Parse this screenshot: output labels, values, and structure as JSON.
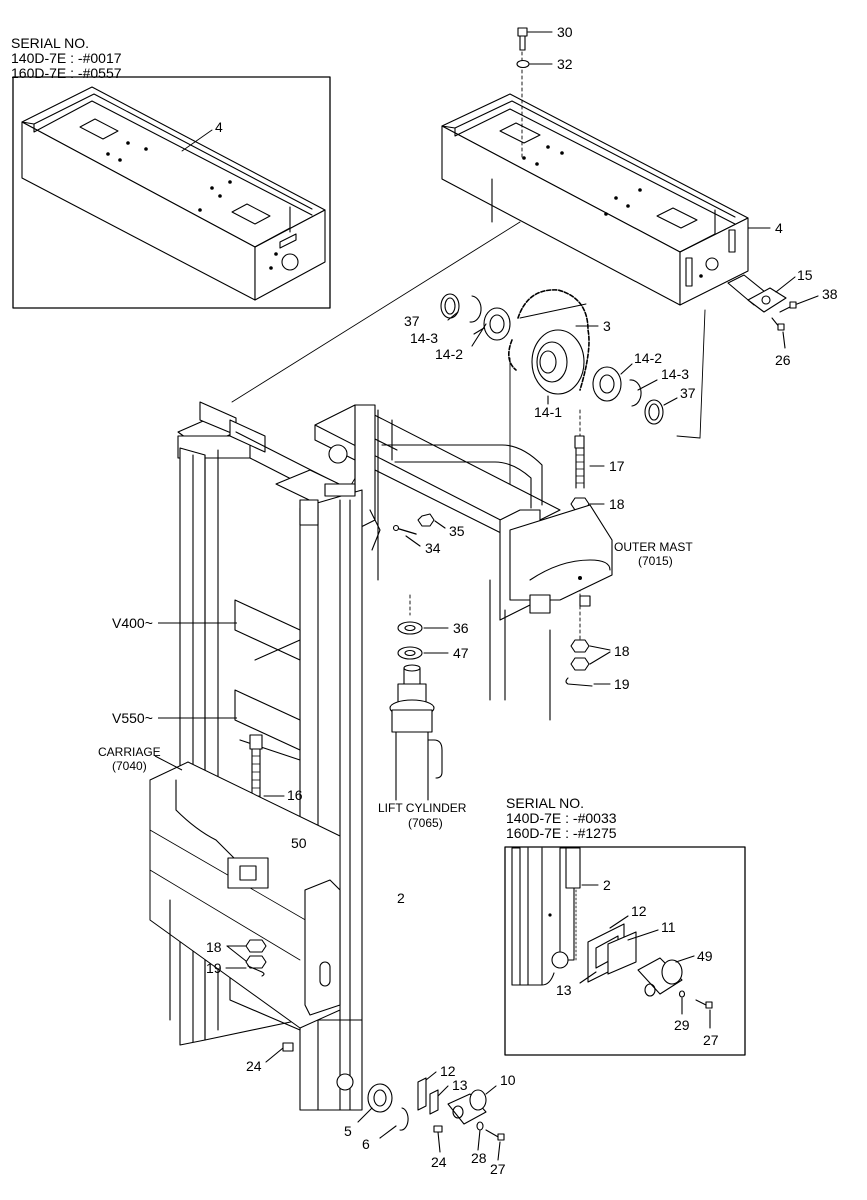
{
  "serial_top_left": {
    "title": "SERIAL NO.",
    "line1": "140D-7E : -#0017",
    "line2": "160D-7E : -#0557"
  },
  "serial_bottom_right": {
    "title": "SERIAL NO.",
    "line1": "140D-7E : -#0033",
    "line2": "160D-7E : -#1275"
  },
  "labels": {
    "outer_mast": "OUTER MAST",
    "outer_mast_code": "(7015)",
    "lift_cylinder": "LIFT CYLINDER",
    "lift_cylinder_code": "(7065)",
    "carriage": "CARRIAGE",
    "carriage_code": "(7040)",
    "v400": "V400~",
    "v550": "V550~"
  },
  "callouts": {
    "p30": "30",
    "p32": "32",
    "p4a": "4",
    "p4b": "4",
    "p15": "15",
    "p38": "38",
    "p26": "26",
    "p37a": "37",
    "p14_3a": "14-3",
    "p14_2a": "14-2",
    "p3": "3",
    "p14_2b": "14-2",
    "p14_3b": "14-3",
    "p37b": "37",
    "p14_1": "14-1",
    "p17": "17",
    "p18a": "18",
    "p35": "35",
    "p34": "34",
    "p36": "36",
    "p47": "47",
    "p18b": "18",
    "p19a": "19",
    "p16": "16",
    "p50": "50",
    "p2a": "2",
    "p18c": "18",
    "p19b": "19",
    "p24a": "24",
    "p12a": "12",
    "p13a": "13",
    "p10": "10",
    "p5": "5",
    "p6": "6",
    "p24b": "24",
    "p28": "28",
    "p27a": "27",
    "p2b": "2",
    "p12b": "12",
    "p11": "11",
    "p49": "49",
    "p13b": "13",
    "p29": "29",
    "p27b": "27"
  }
}
